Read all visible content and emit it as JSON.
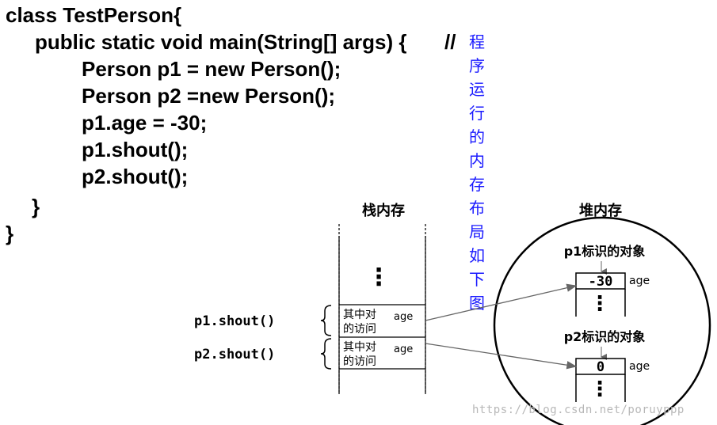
{
  "code": {
    "lines": [
      "class TestPerson{",
      "public static void main(String[] args) {",
      "Person p1 = new Person();",
      "Person p2 =new Person();",
      "p1.age = -30;",
      "p1.shout();",
      "p2.shout();",
      "}",
      "}"
    ],
    "comment_slashes": "//",
    "comment_text": "程序运行的内存布局如下图"
  },
  "diagram": {
    "stack_title": "栈内存",
    "heap_title": "堆内存",
    "stack_dots": "⋮",
    "stack_frames": [
      {
        "call": "p1.shout()",
        "text_line1": "其中对",
        "text_age": "age",
        "text_line2": "的访问"
      },
      {
        "call": "p2.shout()",
        "text_line1": "其中对",
        "text_age": "age",
        "text_line2": "的访问"
      }
    ],
    "heap_objects": [
      {
        "title": "p1标识的对象",
        "value": "-30",
        "field": "age"
      },
      {
        "title": "p2标识的对象",
        "value": "0",
        "field": "age"
      }
    ],
    "heap_dots": "⋮",
    "colors": {
      "lines": "#000000",
      "arrows": "#666666",
      "comment": "#1a1aff"
    }
  },
  "watermark": "https://blog.csdn.net/poruyppp"
}
